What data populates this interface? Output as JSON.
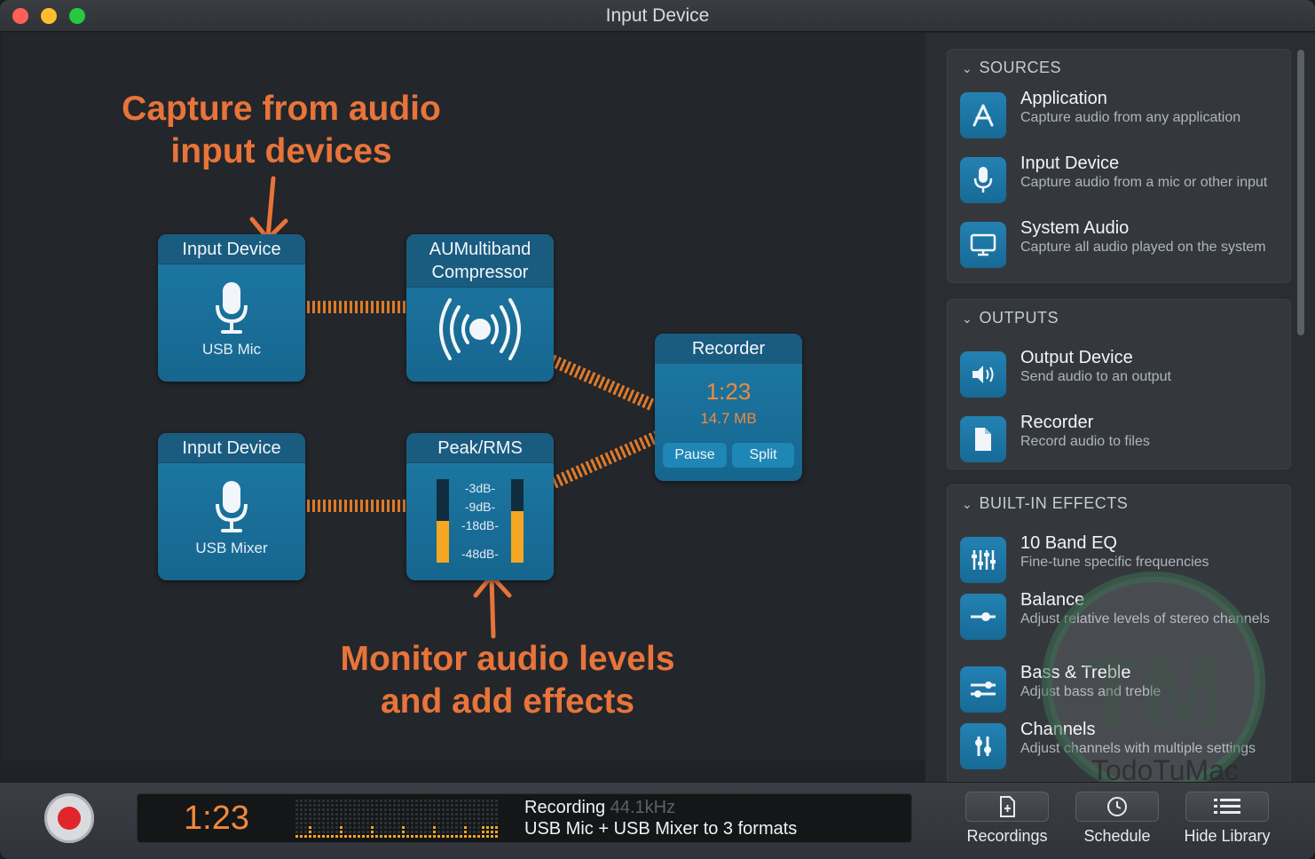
{
  "window": {
    "title": "Input Device"
  },
  "annotations": {
    "top_line1": "Capture from audio",
    "top_line2": "input devices",
    "bottom_line1": "Monitor audio levels",
    "bottom_line2": "and add effects"
  },
  "nodes": {
    "input1": {
      "title": "Input Device",
      "label": "USB Mic",
      "icon": "microphone-icon"
    },
    "input2": {
      "title": "Input Device",
      "label": "USB Mixer",
      "icon": "microphone-icon"
    },
    "compressor": {
      "title_line1": "AUMultiband",
      "title_line2": "Compressor",
      "icon": "broadcast-icon"
    },
    "peak": {
      "title": "Peak/RMS",
      "db_labels": [
        "-3dB-",
        "-9dB-",
        "-18dB-",
        "-48dB-"
      ],
      "left_level": 0.5,
      "right_level": 0.62
    },
    "recorder": {
      "title": "Recorder",
      "time": "1:23",
      "size": "14.7 MB",
      "pause": "Pause",
      "split": "Split"
    }
  },
  "sidebar": {
    "sources": {
      "header": "SOURCES",
      "items": [
        {
          "name": "Application",
          "desc": "Capture audio from any application",
          "icon": "app-store-icon"
        },
        {
          "name": "Input Device",
          "desc": "Capture audio from a mic or other input",
          "icon": "microphone-icon"
        },
        {
          "name": "System Audio",
          "desc": "Capture all audio played on the system",
          "icon": "monitor-icon"
        }
      ]
    },
    "outputs": {
      "header": "OUTPUTS",
      "items": [
        {
          "name": "Output Device",
          "desc": "Send audio to an output",
          "icon": "speaker-icon"
        },
        {
          "name": "Recorder",
          "desc": "Record audio to files",
          "icon": "document-icon"
        }
      ]
    },
    "effects": {
      "header": "BUILT-IN EFFECTS",
      "items": [
        {
          "name": "10 Band EQ",
          "desc": "Fine-tune specific frequencies",
          "icon": "eq-sliders-icon"
        },
        {
          "name": "Balance",
          "desc": "Adjust relative levels of stereo channels",
          "icon": "balance-slider-icon"
        },
        {
          "name": "Bass & Treble",
          "desc": "Adjust bass and treble",
          "icon": "bass-treble-icon"
        },
        {
          "name": "Channels",
          "desc": "Adjust channels with multiple settings",
          "icon": "channels-icon"
        }
      ]
    }
  },
  "bottombar": {
    "time": "1:23",
    "status": "Recording",
    "rate": "44.1kHz",
    "source": "USB Mic + USB Mixer to 3 formats",
    "buttons": {
      "recordings": "Recordings",
      "schedule": "Schedule",
      "hide_library": "Hide Library"
    }
  },
  "watermark": {
    "text": "TodoTuMac"
  },
  "colors": {
    "accent_orange": "#e8743a",
    "node_blue": "#1d7aa5",
    "record_red": "#e0262a"
  }
}
